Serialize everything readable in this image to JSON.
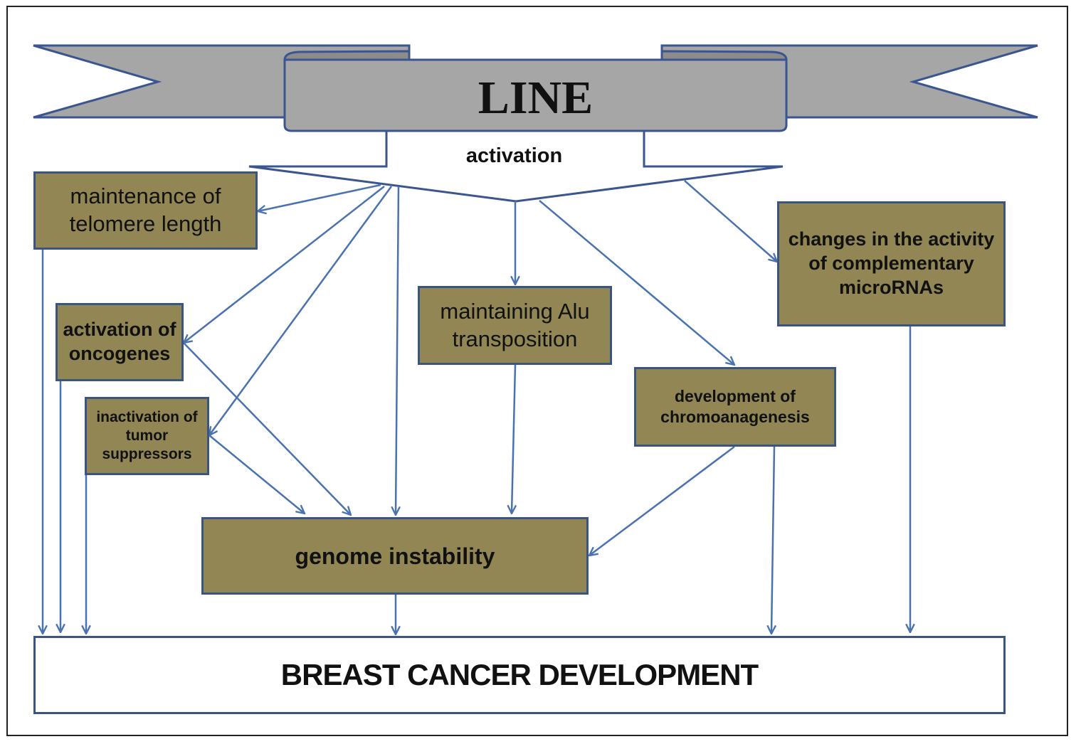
{
  "diagram": {
    "title": "LINE",
    "activation_label": "activation",
    "nodes": {
      "telomere": [
        "maintenance of",
        "telomere length"
      ],
      "oncogenes": [
        "activation of",
        "oncogenes"
      ],
      "suppressors": [
        "inactivation of",
        "tumor",
        "suppressors"
      ],
      "alu": [
        "maintaining Alu",
        "transposition"
      ],
      "chromo": [
        "development of",
        "chromoanagenesis"
      ],
      "micro": [
        "changes in the activity",
        "of complementary",
        "microRNAs"
      ],
      "genome": [
        "genome instability"
      ],
      "breast": [
        "BREAST CANCER DEVELOPMENT"
      ]
    },
    "colors": {
      "box_fill": "#918654",
      "box_border": "#3a5580",
      "arrow": "#4a72b0",
      "banner_fill": "#a6a6a6",
      "banner_border": "#3a5590"
    },
    "edges": [
      {
        "from": "LINE",
        "to": "telomere"
      },
      {
        "from": "LINE",
        "to": "oncogenes"
      },
      {
        "from": "LINE",
        "to": "suppressors"
      },
      {
        "from": "LINE",
        "to": "genome"
      },
      {
        "from": "LINE",
        "to": "alu"
      },
      {
        "from": "LINE",
        "to": "chromo"
      },
      {
        "from": "LINE",
        "to": "micro"
      },
      {
        "from": "oncogenes",
        "to": "genome"
      },
      {
        "from": "suppressors",
        "to": "genome"
      },
      {
        "from": "alu",
        "to": "genome"
      },
      {
        "from": "chromo",
        "to": "genome"
      },
      {
        "from": "telomere",
        "to": "breast"
      },
      {
        "from": "oncogenes",
        "to": "breast"
      },
      {
        "from": "suppressors",
        "to": "breast"
      },
      {
        "from": "genome",
        "to": "breast"
      },
      {
        "from": "chromo",
        "to": "breast"
      },
      {
        "from": "micro",
        "to": "breast"
      }
    ]
  }
}
